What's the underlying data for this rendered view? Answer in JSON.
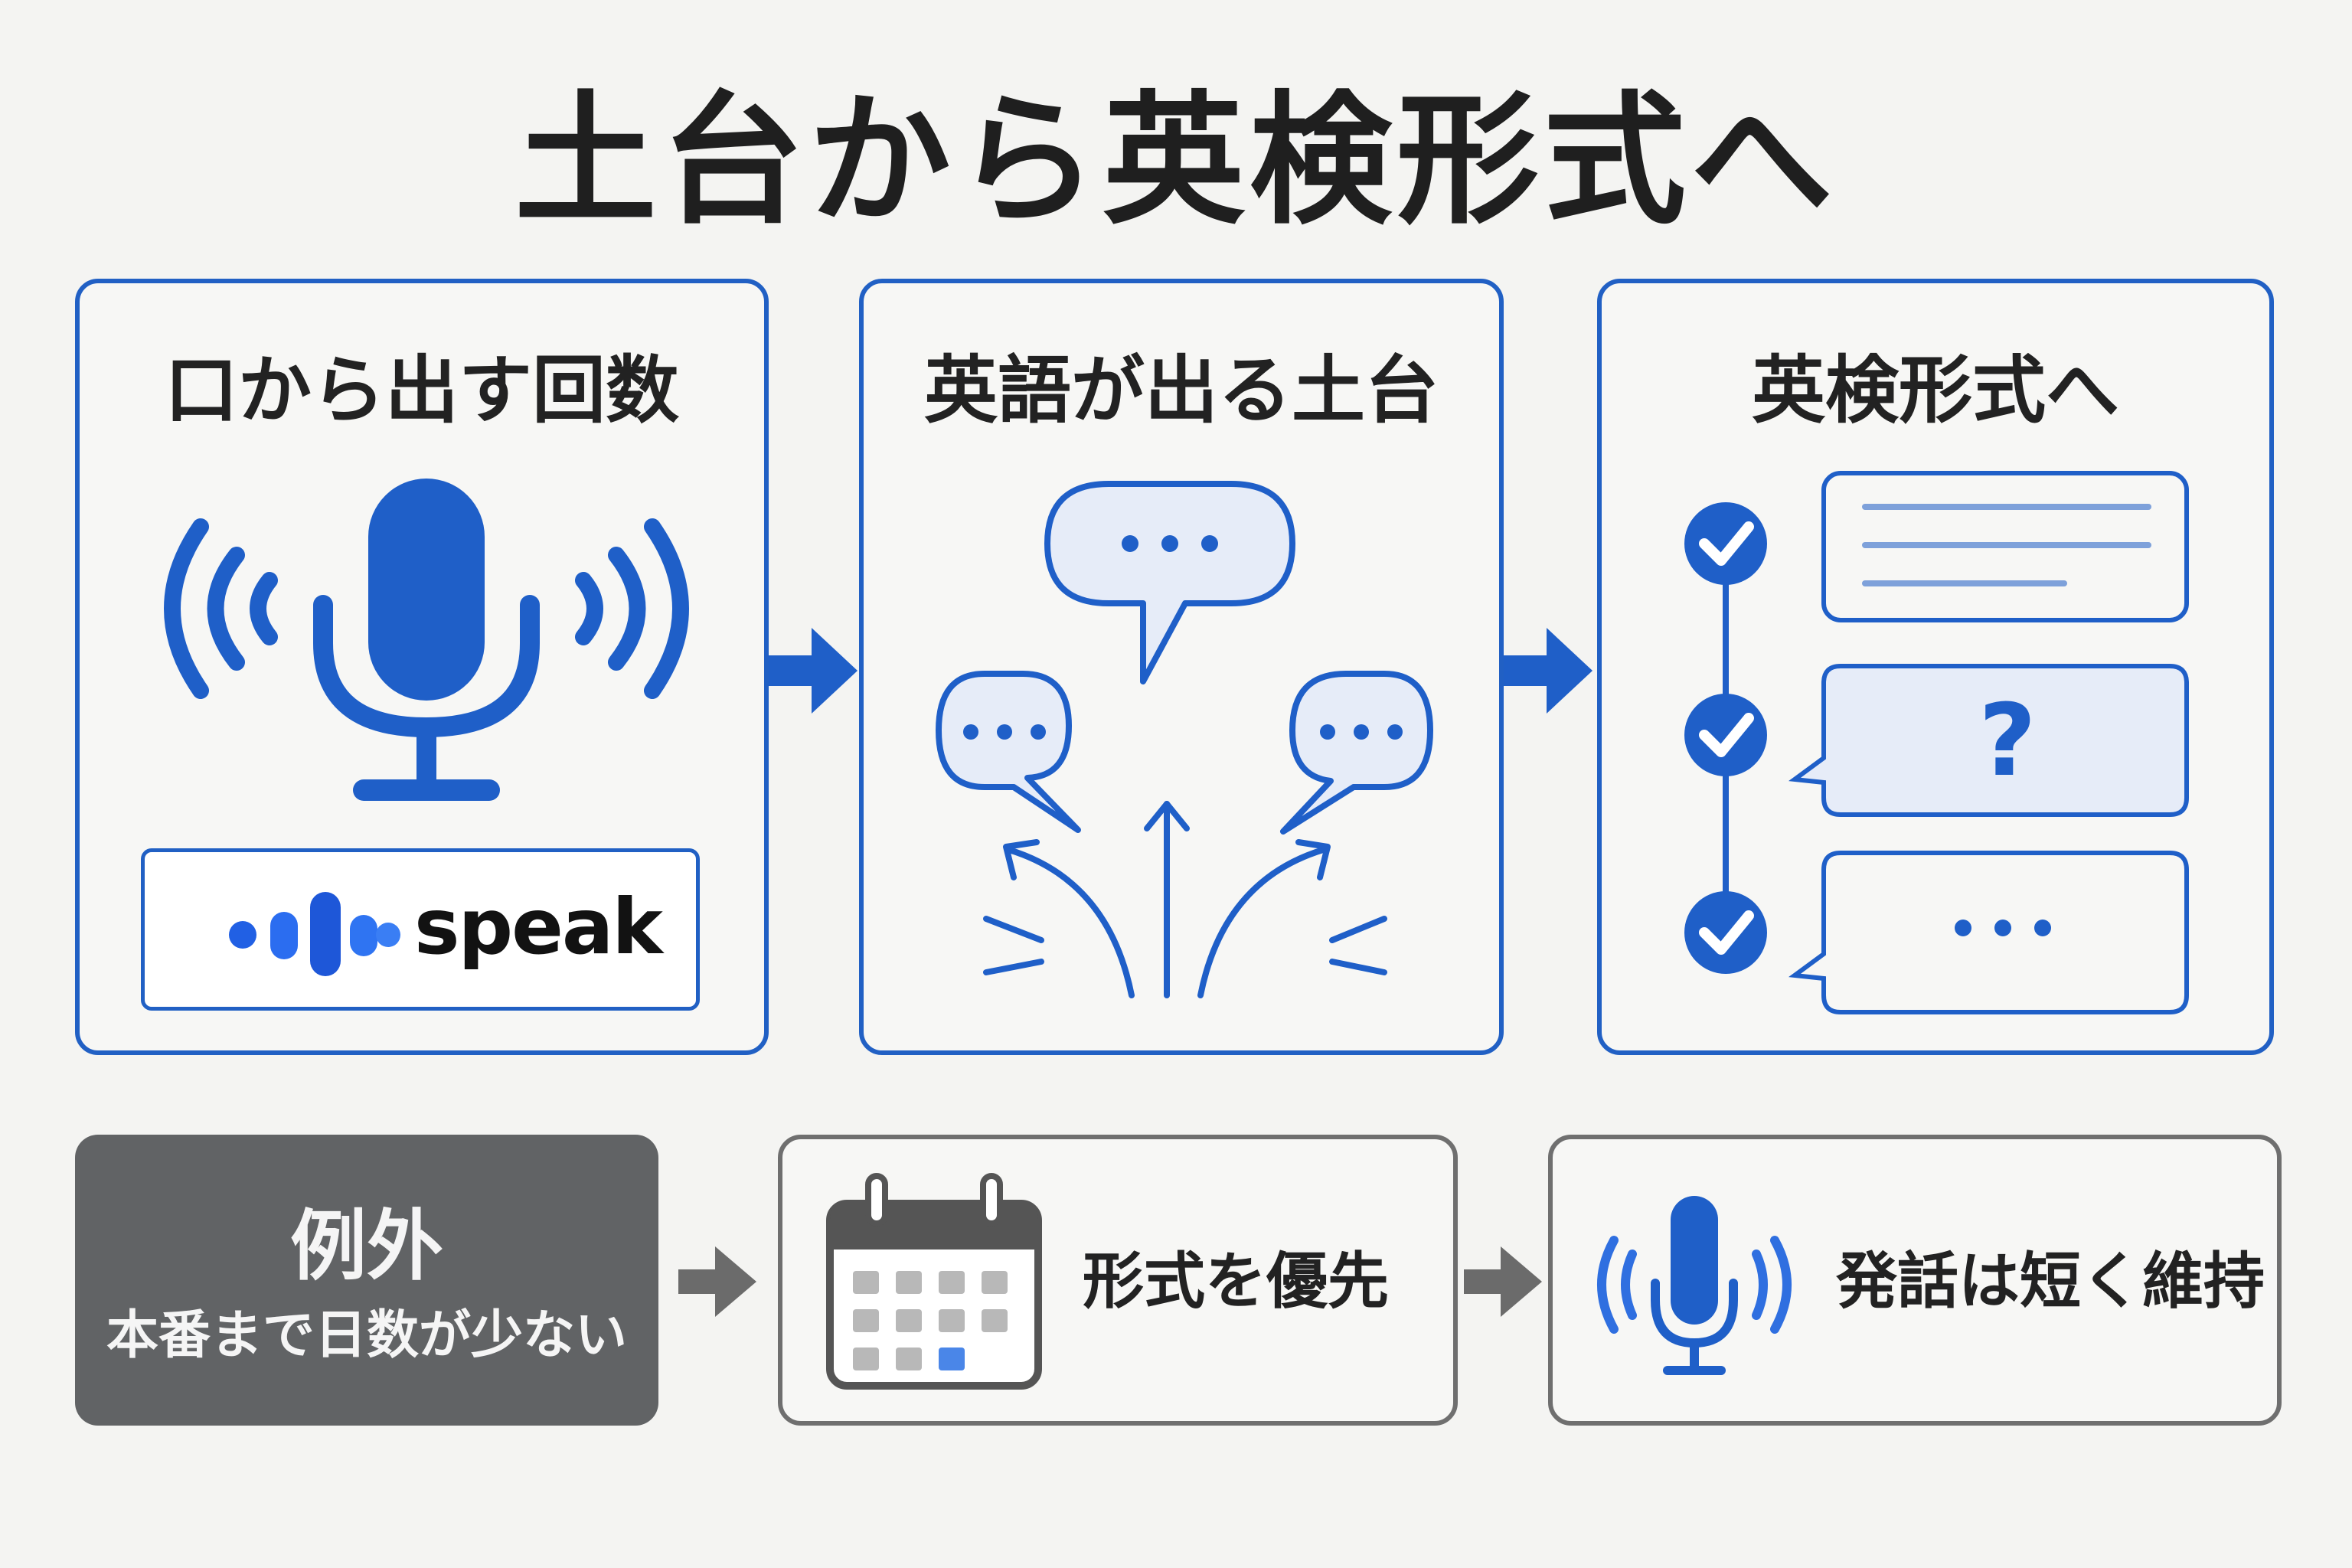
{
  "title": "土台から英検形式へ",
  "steps": [
    {
      "title": "口から出す回数",
      "icon": "microphone-icon",
      "logo_text": "speak"
    },
    {
      "title": "英語が出る土台",
      "icon": "speech-bubbles-icon",
      "bubble_text": "..."
    },
    {
      "title": "英検形式へ",
      "icon": "checklist-icon",
      "question_mark": "?",
      "bubble_text": "..."
    }
  ],
  "exception": {
    "title": "例外",
    "condition": "本番まで日数が少ない"
  },
  "actions": [
    {
      "label": "形式を優先",
      "icon": "calendar-icon"
    },
    {
      "label": "発話は短く維持",
      "icon": "microphone-icon"
    }
  ],
  "colors": {
    "accent": "#2160c4",
    "icon_blue": "#1f5fc8",
    "light_fill": "#e6ecf8",
    "exception_fill": "#616365",
    "neutral_border": "#6f6f6f",
    "arrow_gray": "#6b6b6b"
  }
}
